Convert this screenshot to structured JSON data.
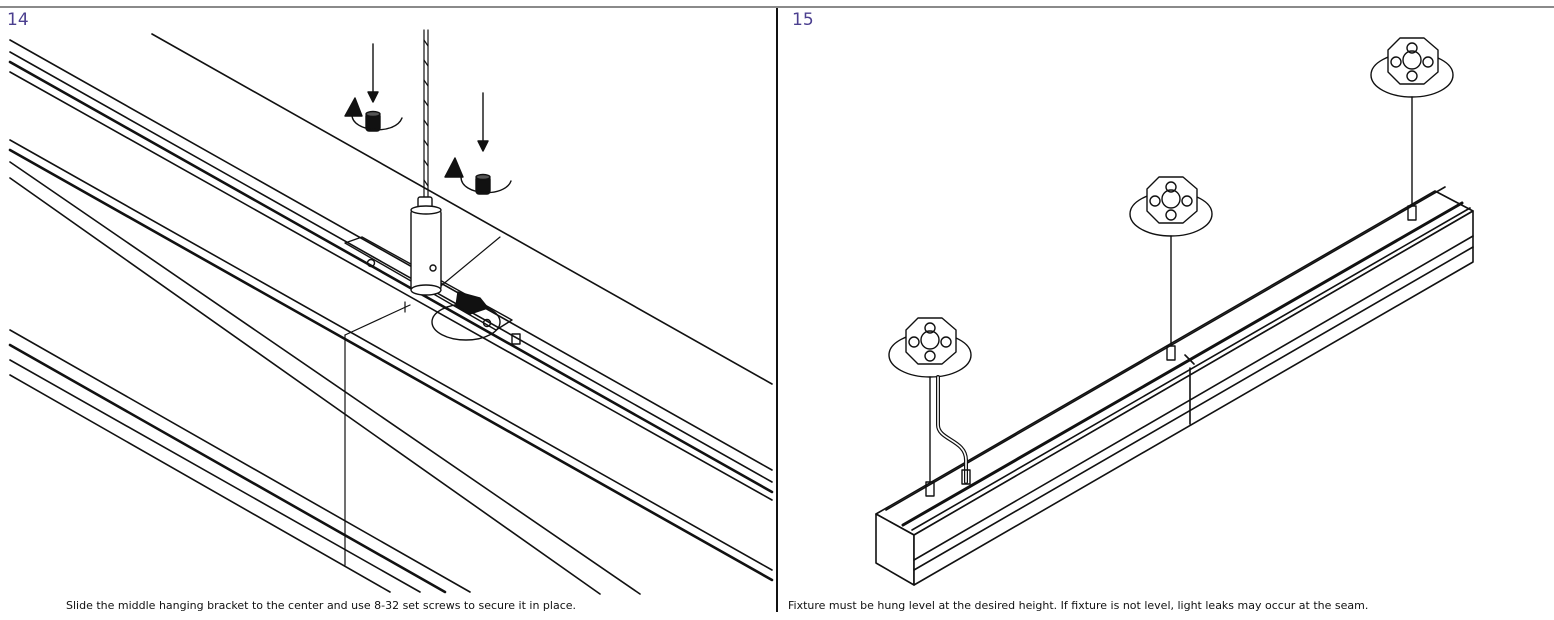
{
  "steps": [
    {
      "number": "14",
      "caption": "Slide the middle hanging bracket to the center and use 8-32 set screws to secure it in place."
    },
    {
      "number": "15",
      "caption": "Fixture must be hung level at the desired height. If fixture is not level, light leaks may occur at the seam."
    }
  ],
  "colors": {
    "step_number": "#4b3f8f",
    "line_art": "#111111",
    "rule": "#8a8a8a"
  }
}
